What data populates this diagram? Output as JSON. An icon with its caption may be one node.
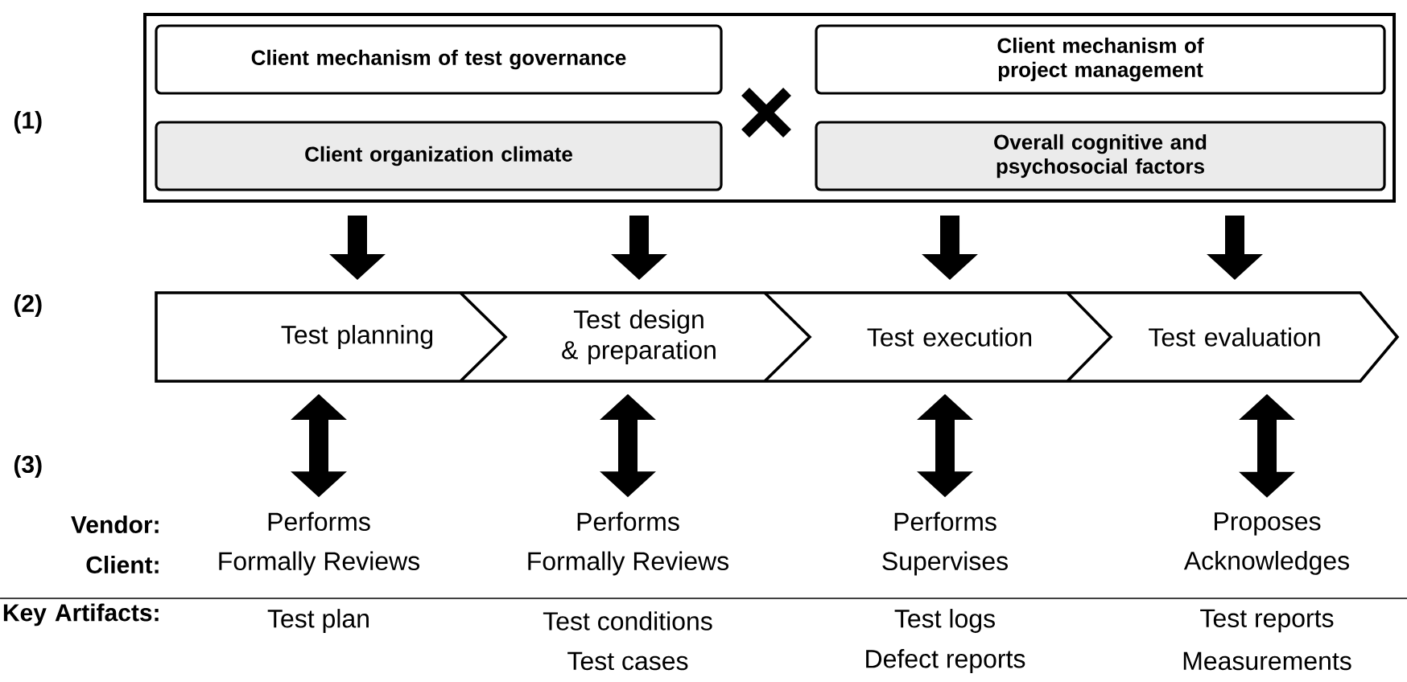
{
  "diagram": {
    "nodes": [
      {
        "text": [],
        "shape": "box"
      },
      {
        "text": [
          "Client mechanism of test governance"
        ],
        "in": 0
      },
      {
        "text": [
          "Client mechanism of project management"
        ],
        "in": 0
      },
      {
        "text": [
          "Client organization climate"
        ],
        "in": 0
      },
      {
        "text": [
          "Overall cognitive and psychosocial factors"
        ],
        "in": 0
      },
      {
        "text": [
          "Test planning"
        ]
      },
      {
        "text": [
          "Test design & preparation"
        ]
      },
      {
        "text": [
          "Test execution"
        ]
      },
      {
        "text": [
          "Test evaluation"
        ]
      },
      {
        "text": [
          "Performs",
          "Formally Reviews"
        ]
      },
      {
        "text": [
          "Performs",
          "Formally Reviews"
        ]
      },
      {
        "text": [
          "Performs",
          "Supervises"
        ]
      },
      {
        "text": [
          "Proposes",
          "Acknowledges"
        ]
      }
    ],
    "edges": [
      {
        "from": 0,
        "to": 5,
        "arrow": "to"
      },
      {
        "from": 0,
        "to": 6,
        "arrow": "to"
      },
      {
        "from": 0,
        "to": 7,
        "arrow": "to"
      },
      {
        "from": 0,
        "to": 8,
        "arrow": "to"
      },
      {
        "from": 5,
        "to": 9,
        "arrow": "both"
      },
      {
        "from": 6,
        "to": 10,
        "arrow": "both"
      },
      {
        "from": 7,
        "to": 11,
        "arrow": "both"
      },
      {
        "from": 8,
        "to": 12,
        "arrow": "both"
      }
    ],
    "labels": [
      "(1)",
      "(2)",
      "(3)",
      "Vendor:",
      "Client:",
      "Key Artifacts:",
      "Test plan",
      "Test conditions",
      "Test logs",
      "Test reports",
      "Test cases",
      "Defect reports",
      "Measurements"
    ]
  }
}
